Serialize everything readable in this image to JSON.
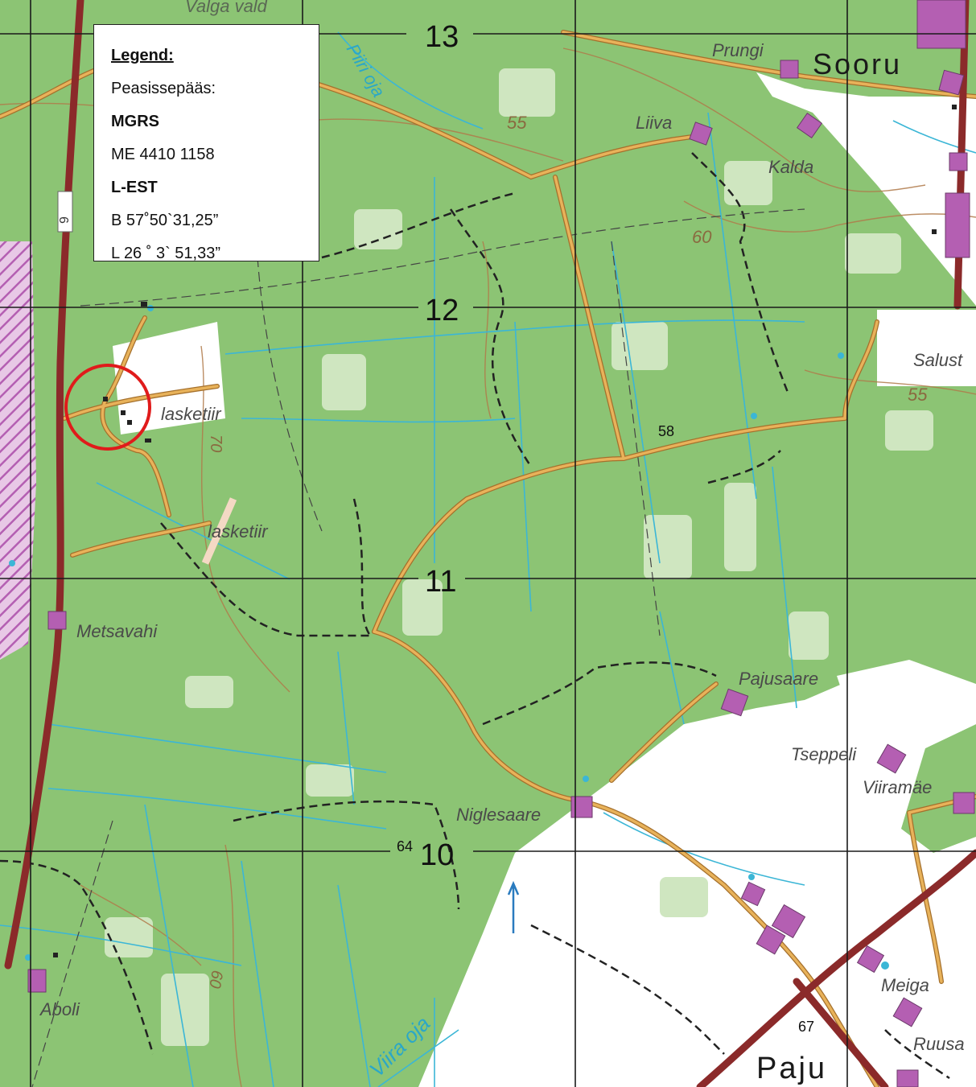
{
  "legend": {
    "title": "Legend:",
    "entrance_label": "Peasissepääs:",
    "mgrs_label": "MGRS",
    "mgrs_value": "ME 4410 1158",
    "lest_label": "L-EST",
    "lat": "B 57˚50`31,25”",
    "lon": "L 26 ˚ 3` 51,33”"
  },
  "grid_labels": {
    "n13": "13",
    "n12": "12",
    "n11": "11",
    "n10": "10"
  },
  "place_names": {
    "sooru": "Sooru",
    "paju": "Paju",
    "prungi": "Prungi",
    "liiva": "Liiva",
    "kalda": "Kalda",
    "salust": "Salust",
    "lasketiir_1": "lasketiir",
    "lasketiir_2": "lasketiir",
    "metsavahi": "Metsavahi",
    "pajusaare": "Pajusaare",
    "tseppeli": "Tseppeli",
    "viiramae": "Viiramäe",
    "niglesaare": "Niglesaare",
    "aboli": "Aboli",
    "meiga": "Meiga",
    "ruusa": "Ruusa",
    "valga": "Valga vald"
  },
  "water_names": {
    "piiri_oja": "Piiri oja",
    "viira_oja": "Viira oja"
  },
  "elevations": {
    "e55_top": "55",
    "e60_top": "60",
    "e55_right": "55",
    "e58": "58",
    "e70": "70",
    "e64": "64",
    "e60_bottom": "60",
    "e67": "67"
  },
  "road_number": "6",
  "colors": {
    "forest": "#8cc474",
    "open": "#ffffff",
    "clearing": "#cfe6c0",
    "road_main": "#8b2a2a",
    "road_local": "#d9a047",
    "water": "#3bb6d6",
    "contour": "#b07a4a",
    "grid": "#1a1a1a",
    "building": "#b45fb2",
    "marker": "#e01b1b"
  }
}
